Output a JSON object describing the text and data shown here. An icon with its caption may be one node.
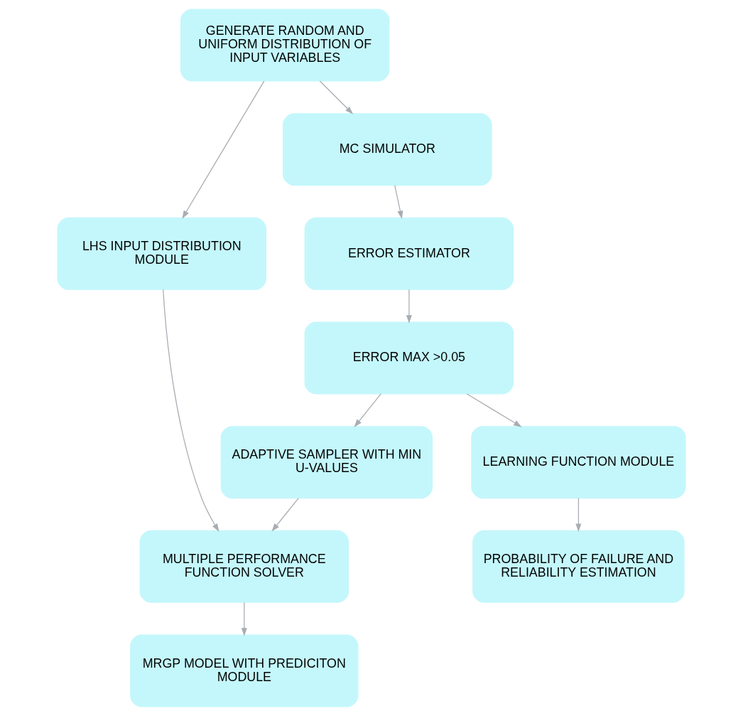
{
  "diagram": {
    "nodes": [
      {
        "text": [
          "GENERATE RANDOM AND UNIFORM DISTRIBUTION OF INPUT VARIABLES"
        ]
      },
      {
        "text": [
          "LHS INPUT DISTRIBUTION MODULE"
        ]
      },
      {
        "text": [
          "MULTIPLE PERFORMANCE FUNCTION SOLVER"
        ]
      },
      {
        "text": [
          "MRGP MODEL WITH PREDICITON MODULE"
        ]
      },
      {
        "text": [
          "MC SIMULATOR"
        ]
      },
      {
        "text": [
          "ERROR ESTIMATOR"
        ]
      },
      {
        "text": [
          "ERROR MAX >0.05"
        ]
      },
      {
        "text": [
          "ADAPTIVE SAMPLER WITH MIN U-VALUES"
        ]
      },
      {
        "text": [
          "LEARNING FUNCTION MODULE"
        ]
      },
      {
        "text": [
          "PROBABILITY OF FAILURE AND RELIABILITY ESTIMATION"
        ]
      }
    ],
    "edges": [
      {
        "from": 0,
        "to": 1,
        "arrow": "to"
      },
      {
        "from": 1,
        "to": 2,
        "arrow": "to"
      },
      {
        "from": 2,
        "to": 3,
        "arrow": "to"
      },
      {
        "from": 0,
        "to": 4,
        "arrow": "to"
      },
      {
        "from": 4,
        "to": 5,
        "arrow": "to"
      },
      {
        "from": 5,
        "to": 6,
        "arrow": "to"
      },
      {
        "from": 6,
        "to": 7,
        "arrow": "to"
      },
      {
        "from": 7,
        "to": 2,
        "arrow": "to"
      },
      {
        "from": 6,
        "to": 8,
        "arrow": "to"
      },
      {
        "from": 8,
        "to": 9,
        "arrow": "to"
      }
    ]
  }
}
